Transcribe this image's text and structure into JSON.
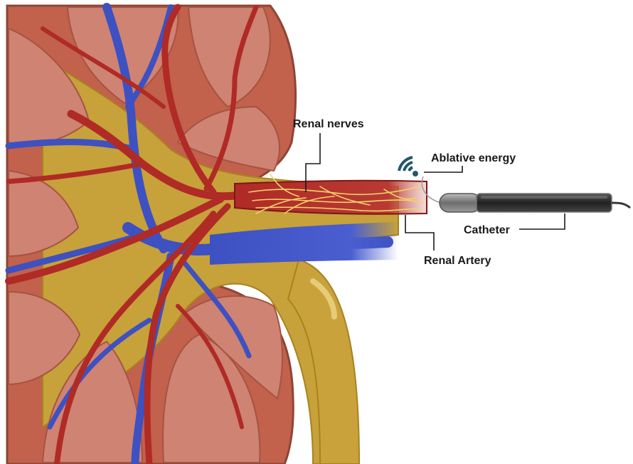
{
  "labels": {
    "renal_nerves": "Renal nerves",
    "ablative_energy": "Ablative energy",
    "catheter": "Catheter",
    "renal_artery": "Renal Artery"
  },
  "colors": {
    "cortex": "#c2614c",
    "cortex_edge": "#8e4535",
    "pyramid": "#cf8372",
    "pelvis_fat": "#c7a13a",
    "pelvis_fat_dark": "#a8821f",
    "artery": "#b02a26",
    "artery_dark": "#7d1716",
    "vein": "#3d51c2",
    "vein_dark": "#27339a",
    "nerve": "#f3d469",
    "catheter_body": "#2b2b2b",
    "catheter_tip": "#7a7a7a",
    "signal_icon": "#24576a"
  },
  "icons": [
    "wifi-signal-icon"
  ]
}
